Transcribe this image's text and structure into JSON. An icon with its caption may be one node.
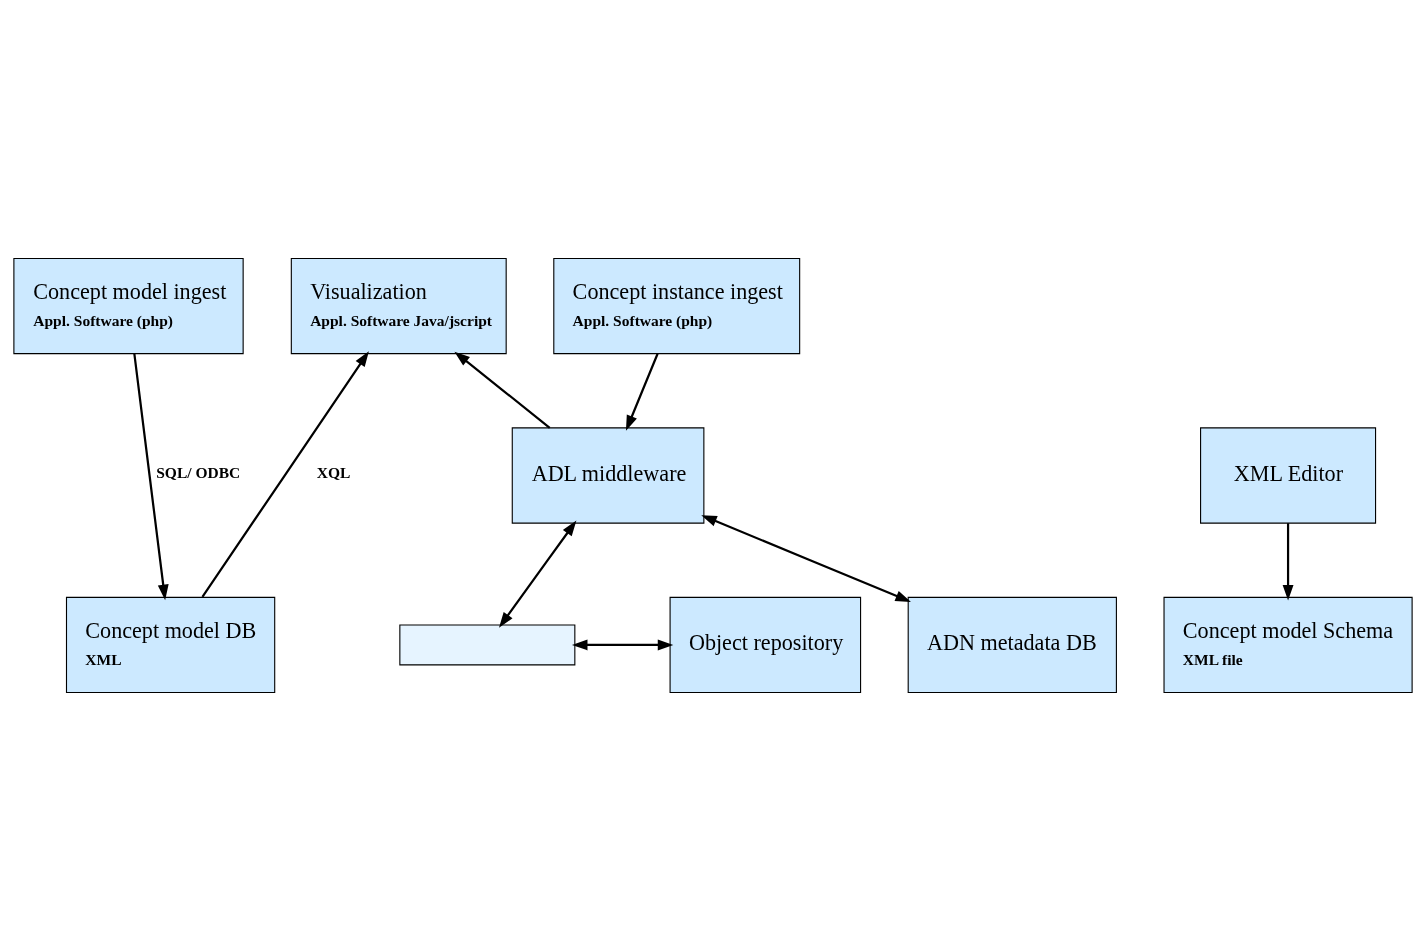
{
  "diagram": {
    "nodes": [
      {
        "text": [
          "Concept model ingest",
          "Appl. Software (php)"
        ]
      },
      {
        "text": [
          "Visualization",
          "Appl. Software Java/jscript"
        ]
      },
      {
        "text": [
          "Concept instance ingest",
          "Appl. Software (php)"
        ]
      },
      {
        "text": [
          "XML Editor"
        ]
      },
      {
        "text": [
          "ADL middleware"
        ]
      },
      {
        "text": [
          "Concept model Schema",
          "XML file"
        ]
      },
      {
        "text": [
          "Concept model DB",
          "XML"
        ]
      },
      {
        "text": [],
        "shape": "box"
      },
      {
        "text": [
          "ADN metadata DB"
        ]
      },
      {
        "text": [
          "Object repository"
        ]
      }
    ],
    "edges": [
      {
        "from": 3,
        "to": 5,
        "arrow": "to"
      },
      {
        "from": 0,
        "to": 6,
        "arrow": "to",
        "label": "SQL/ ODBC"
      },
      {
        "from": 6,
        "to": 1,
        "arrow": "to",
        "label": "XQL"
      },
      {
        "from": 4,
        "to": 1,
        "arrow": "to"
      },
      {
        "from": 2,
        "to": 4,
        "arrow": "to"
      },
      {
        "from": 4,
        "to": 7,
        "arrow": "both"
      },
      {
        "from": 4,
        "to": 8,
        "arrow": "both"
      },
      {
        "from": 7,
        "to": 9,
        "arrow": "both"
      }
    ]
  }
}
